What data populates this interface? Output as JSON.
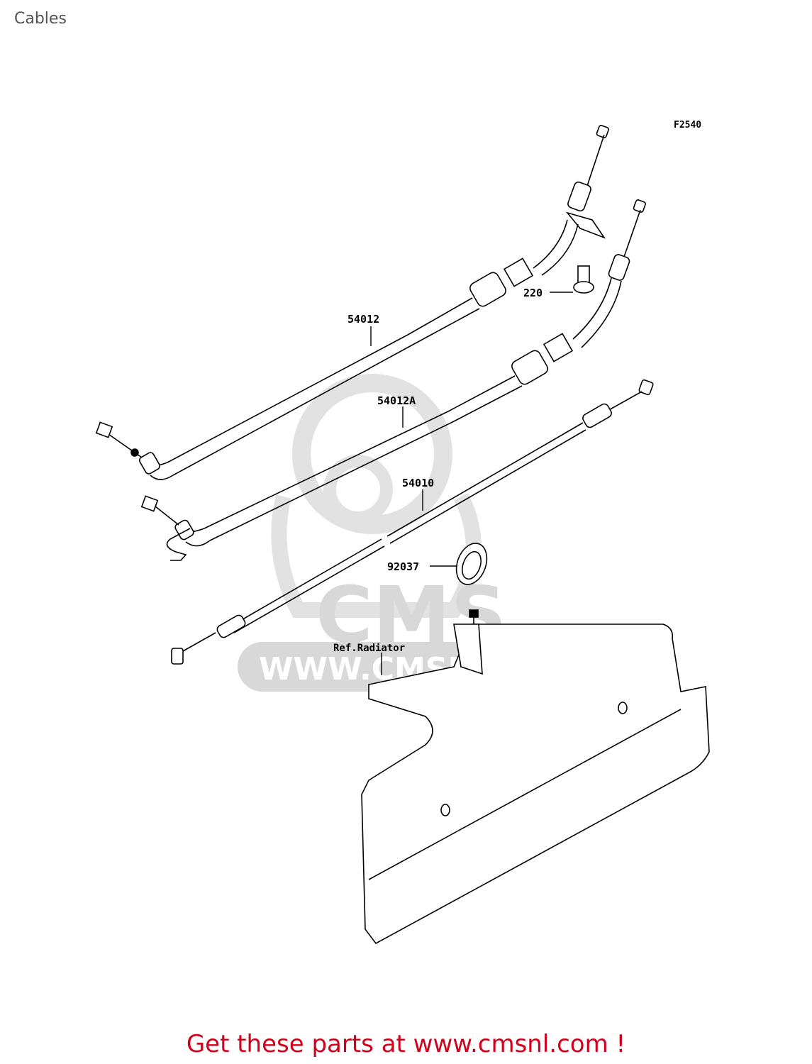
{
  "page": {
    "title": "Cables"
  },
  "diagram": {
    "figure_code": "F2540",
    "watermark": {
      "brand": "CMS",
      "url": "WWW.CMSNL.COM"
    },
    "parts": [
      {
        "number": "54012"
      },
      {
        "number": "54012A"
      },
      {
        "number": "54010"
      },
      {
        "number": "220"
      },
      {
        "number": "92037"
      }
    ],
    "reference": "Ref.Radiator"
  },
  "footer": {
    "cta": "Get these parts at www.cmsnl.com !"
  }
}
